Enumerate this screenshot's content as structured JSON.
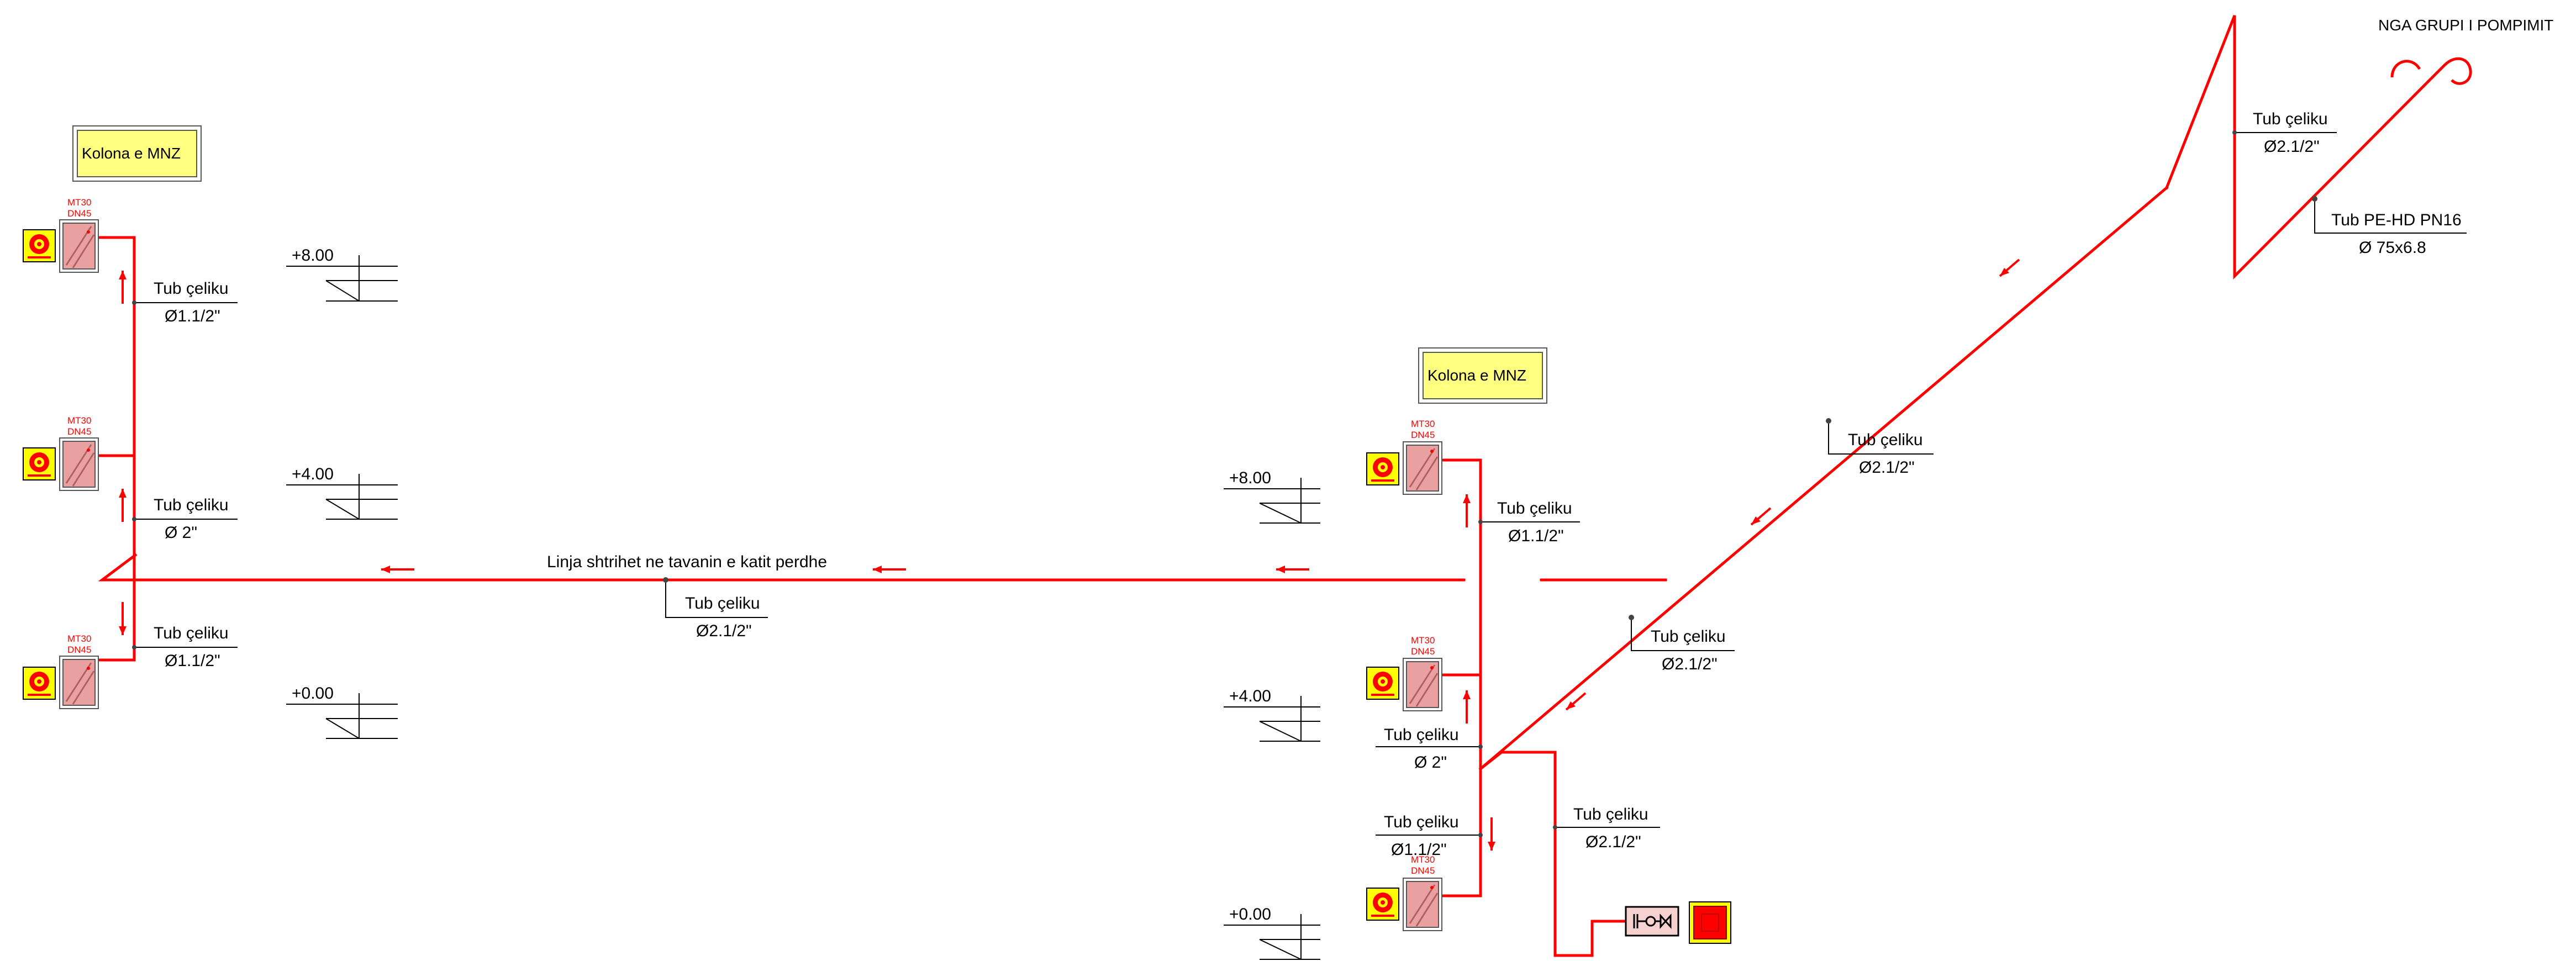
{
  "source_label": "NGA GRUPI I POMPIMIT",
  "column_labels": [
    {
      "id": "left",
      "text": "Kolona e MNZ"
    },
    {
      "id": "right",
      "text": "Kolona e MNZ"
    }
  ],
  "horizontal_line_label": "Linja shtrihet ne tavanin e katit perdhe",
  "pipe_labels": [
    {
      "id": "lc-top",
      "line1": "Tub çeliku",
      "line2": "Ø1.1/2\""
    },
    {
      "id": "lc-mid",
      "line1": "Tub çeliku",
      "line2": "Ø 2\""
    },
    {
      "id": "lc-bot",
      "line1": "Tub çeliku",
      "line2": "Ø1.1/2\""
    },
    {
      "id": "horiz",
      "line1": "Tub çeliku",
      "line2": "Ø2.1/2\""
    },
    {
      "id": "rc-top",
      "line1": "Tub çeliku",
      "line2": "Ø1.1/2\""
    },
    {
      "id": "rc-mid",
      "line1": "Tub çeliku",
      "line2": "Ø 2\""
    },
    {
      "id": "rc-bot",
      "line1": "Tub çeliku",
      "line2": "Ø1.1/2\""
    },
    {
      "id": "feed",
      "line1": "Tub çeliku",
      "line2": "Ø2.1/2\""
    },
    {
      "id": "diag-low",
      "line1": "Tub çeliku",
      "line2": "Ø2.1/2\""
    },
    {
      "id": "diag-mid",
      "line1": "Tub çeliku",
      "line2": "Ø2.1/2\""
    },
    {
      "id": "riser-top",
      "line1": "Tub çeliku",
      "line2": "Ø2.1/2\""
    },
    {
      "id": "pehd",
      "line1": "Tub PE-HD PN16",
      "line2": "Ø 75x6.8"
    }
  ],
  "levels": [
    {
      "id": "l8",
      "text": "+8.00"
    },
    {
      "id": "l4",
      "text": "+4.00"
    },
    {
      "id": "l0",
      "text": "+0.00"
    },
    {
      "id": "r8",
      "text": "+8.00"
    },
    {
      "id": "r4",
      "text": "+4.00"
    },
    {
      "id": "r0",
      "text": "+0.00"
    }
  ],
  "cabinet": {
    "line1": "MT30",
    "line2": "DN45"
  },
  "cabinet_count": 6,
  "colors": {
    "pipe": "#ff0000",
    "label_box_fill": "#ffff80",
    "cabinet_fill": "#e8a0a0",
    "extinguisher_fill": "#ffff00",
    "extinguisher_ring": "#ff0000",
    "text": "#000000",
    "leader": "#000000"
  },
  "icons": [
    "hose-cabinet-icon",
    "extinguisher-icon",
    "valve-assembly-icon",
    "pump-icon",
    "hook-icon",
    "flow-arrow-icon",
    "level-marker-icon"
  ]
}
